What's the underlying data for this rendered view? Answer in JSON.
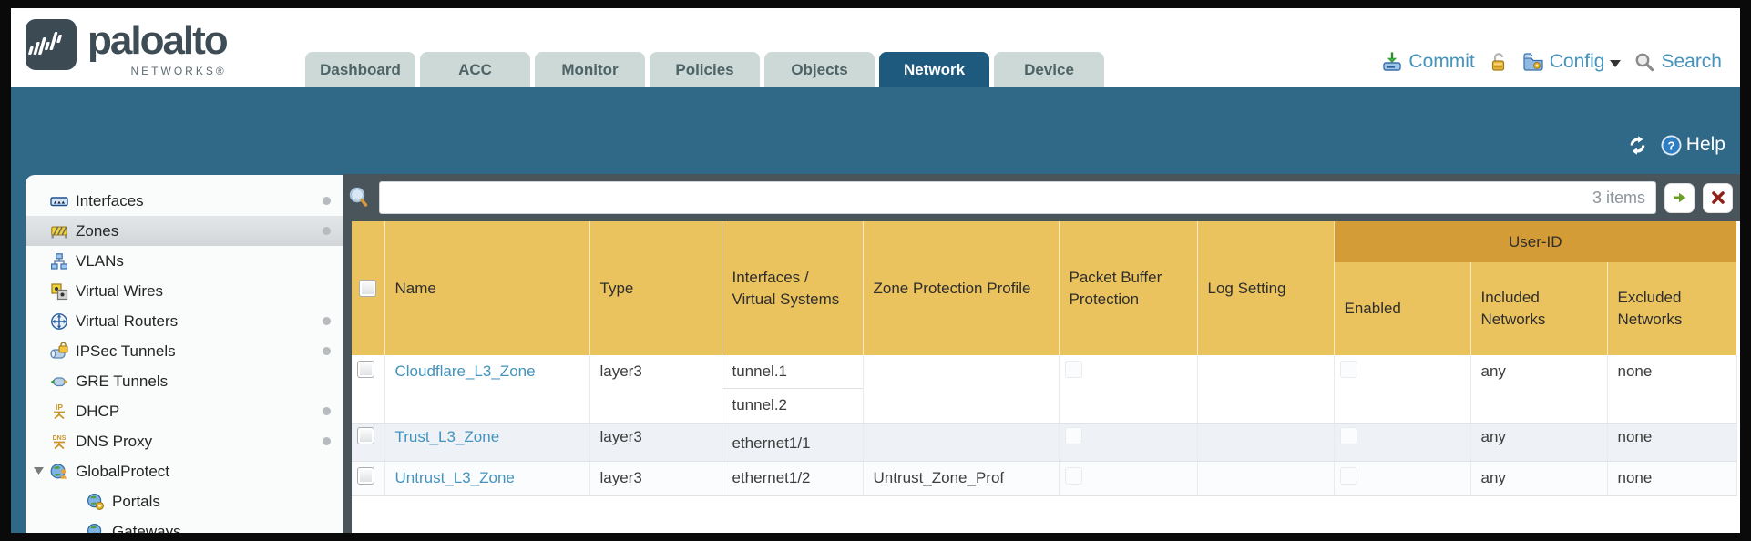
{
  "header": {
    "brand": {
      "name": "paloalto",
      "subtitle": "NETWORKS®"
    },
    "tabs": [
      {
        "label": "Dashboard",
        "active": false
      },
      {
        "label": "ACC",
        "active": false
      },
      {
        "label": "Monitor",
        "active": false
      },
      {
        "label": "Policies",
        "active": false
      },
      {
        "label": "Objects",
        "active": false
      },
      {
        "label": "Network",
        "active": true
      },
      {
        "label": "Device",
        "active": false
      }
    ],
    "actions": [
      {
        "label": "Commit",
        "icon": "commit-icon"
      },
      {
        "label": "",
        "icon": "unlock-icon"
      },
      {
        "label": "Config",
        "icon": "config-icon",
        "caret": true
      },
      {
        "label": "Search",
        "icon": "search-icon"
      }
    ]
  },
  "band": {
    "help_label": "Help"
  },
  "sidebar": {
    "items": [
      {
        "label": "Interfaces",
        "icon": "interfaces-icon",
        "dot": true,
        "selected": false,
        "child": false,
        "expanded": false
      },
      {
        "label": "Zones",
        "icon": "zones-icon",
        "dot": true,
        "selected": true,
        "child": false,
        "expanded": false
      },
      {
        "label": "VLANs",
        "icon": "vlans-icon",
        "dot": false,
        "selected": false,
        "child": false,
        "expanded": false
      },
      {
        "label": "Virtual Wires",
        "icon": "virtual-wires-icon",
        "dot": false,
        "selected": false,
        "child": false,
        "expanded": false
      },
      {
        "label": "Virtual Routers",
        "icon": "virtual-routers-icon",
        "dot": true,
        "selected": false,
        "child": false,
        "expanded": false
      },
      {
        "label": "IPSec Tunnels",
        "icon": "ipsec-tunnels-icon",
        "dot": true,
        "selected": false,
        "child": false,
        "expanded": false
      },
      {
        "label": "GRE Tunnels",
        "icon": "gre-tunnels-icon",
        "dot": false,
        "selected": false,
        "child": false,
        "expanded": false
      },
      {
        "label": "DHCP",
        "icon": "dhcp-icon",
        "dot": true,
        "selected": false,
        "child": false,
        "expanded": false
      },
      {
        "label": "DNS Proxy",
        "icon": "dns-proxy-icon",
        "dot": true,
        "selected": false,
        "child": false,
        "expanded": false
      },
      {
        "label": "GlobalProtect",
        "icon": "globalprotect-icon",
        "dot": false,
        "selected": false,
        "child": false,
        "expanded": true
      },
      {
        "label": "Portals",
        "icon": "portals-icon",
        "dot": false,
        "selected": false,
        "child": true,
        "expanded": false
      },
      {
        "label": "Gateways",
        "icon": "gateways-icon",
        "dot": false,
        "selected": false,
        "child": true,
        "expanded": false
      }
    ]
  },
  "filterbar": {
    "items_count": "3 items",
    "search_value": ""
  },
  "table": {
    "group_header": "User-ID",
    "columns": [
      {
        "label": ""
      },
      {
        "label": "Name"
      },
      {
        "label": "Type"
      },
      {
        "label": "Interfaces / Virtual Systems"
      },
      {
        "label": "Zone Protection Profile"
      },
      {
        "label": "Packet Buffer Protection"
      },
      {
        "label": "Log Setting"
      },
      {
        "label": "Enabled",
        "group": "User-ID"
      },
      {
        "label": "Included Networks",
        "group": "User-ID"
      },
      {
        "label": "Excluded Networks",
        "group": "User-ID"
      }
    ],
    "rows": [
      {
        "name": "Cloudflare_L3_Zone",
        "type": "layer3",
        "interfaces": [
          "tunnel.1",
          "tunnel.2"
        ],
        "zone_protection_profile": "",
        "packet_buffer_protection": false,
        "log_setting": "",
        "user_id_enabled": false,
        "included_networks": "any",
        "excluded_networks": "none"
      },
      {
        "name": "Trust_L3_Zone",
        "type": "layer3",
        "interfaces": [
          "ethernet1/1"
        ],
        "zone_protection_profile": "",
        "packet_buffer_protection": false,
        "log_setting": "",
        "user_id_enabled": false,
        "included_networks": "any",
        "excluded_networks": "none"
      },
      {
        "name": "Untrust_L3_Zone",
        "type": "layer3",
        "interfaces": [
          "ethernet1/2"
        ],
        "zone_protection_profile": "Untrust_Zone_Prof",
        "packet_buffer_protection": false,
        "log_setting": "",
        "user_id_enabled": false,
        "included_networks": "any",
        "excluded_networks": "none"
      }
    ]
  },
  "colors": {
    "teal": "#306888",
    "tab_inactive": "#cdd9d7",
    "tab_active": "#1d5a7e",
    "slate": "#49545b",
    "amber": "#ebc35e",
    "amber_dark": "#d49c36",
    "link": "#4493bd"
  }
}
